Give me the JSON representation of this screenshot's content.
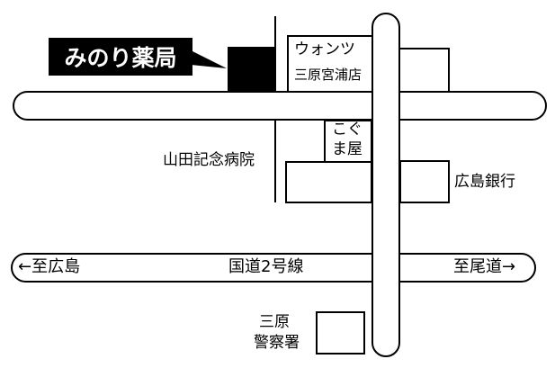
{
  "pharmacy": {
    "name": "みのり薬局"
  },
  "roads": {
    "national_route": "国道2号線",
    "to_hiroshima": "←至広島",
    "to_onomichi": "至尾道→"
  },
  "landmarks": {
    "wants_name": "ウォンツ",
    "wants_branch": "三原宮浦店",
    "kogumaya_line1": "こぐ",
    "kogumaya_line2": "ま屋",
    "yamada_hospital": "山田記念病院",
    "hiroshima_bank": "広島銀行",
    "police_line1": "三原",
    "police_line2": "警察署"
  },
  "colors": {
    "ink": "#000000",
    "paper": "#ffffff"
  }
}
